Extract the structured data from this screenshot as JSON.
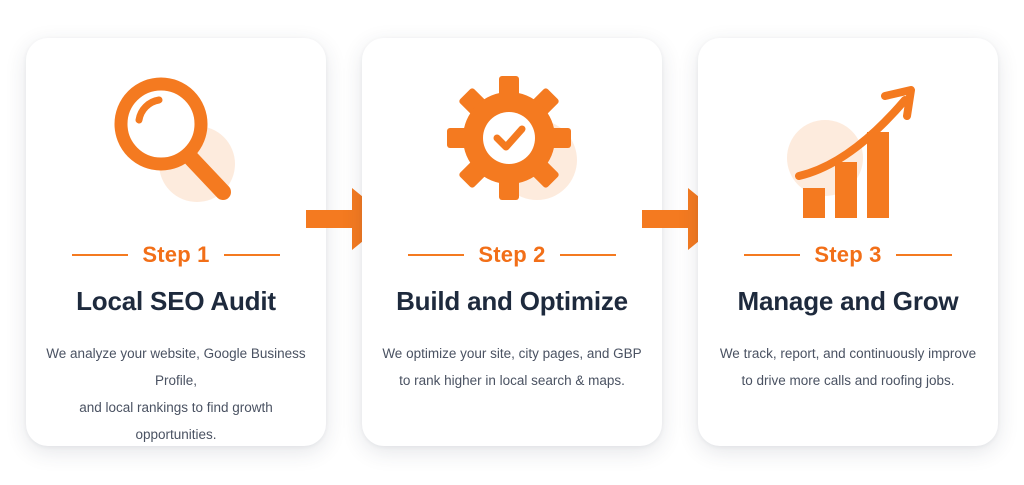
{
  "colors": {
    "accent": "#F47A20",
    "accent_light": "#FDEBDD",
    "title": "#1E2A3D",
    "body_text": "#4A5262"
  },
  "steps": [
    {
      "step_label": "Step 1",
      "title": "Local SEO Audit",
      "desc_line1": "We analyze your website, Google Business Profile,",
      "desc_line2": "and local rankings to find growth opportunities.",
      "icon": "magnifying-glass-icon"
    },
    {
      "step_label": "Step 2",
      "title": "Build and Optimize",
      "desc_line1": "We optimize your site, city pages, and GBP",
      "desc_line2": "to rank higher in local search & maps.",
      "icon": "gear-check-icon"
    },
    {
      "step_label": "Step 3",
      "title": "Manage and Grow",
      "desc_line1": "We track, report, and continuously improve",
      "desc_line2": "to drive more calls and roofing jobs.",
      "icon": "growth-chart-icon"
    }
  ],
  "connectors": [
    "arrow-right-icon",
    "arrow-right-icon"
  ]
}
